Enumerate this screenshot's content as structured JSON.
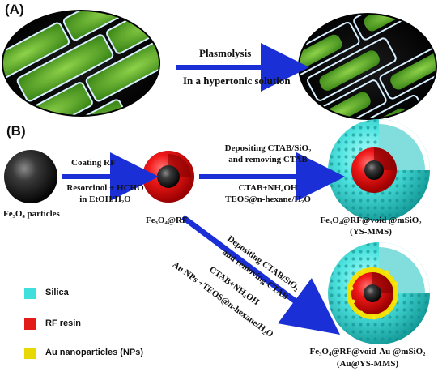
{
  "panel_a": {
    "tag": "(A)",
    "arrow_label_top": "Plasmolysis",
    "arrow_label_bottom": "In a hypertonic solution"
  },
  "panel_b": {
    "tag": "(B)",
    "step1_top": "Coating RF",
    "step1_bottom_line1": "Resorcinol + HCHO",
    "step1_bottom_line2": "in EtOH/H₂O",
    "step2_top_line1": "Depositing CTAB/SiO₂",
    "step2_top_line2": "and removing CTAB",
    "step2_bottom_line1": "CTAB+NH₄OH",
    "step2_bottom_line2": "TEOS@n-hexane/H₂O",
    "step3_top_line1": "Depositing CTAB/SiO₂",
    "step3_top_line2": "and removing CTAB",
    "step3_bottom_line1": "CTAB+NH₄OH",
    "step3_bottom_line2": "Au NPs +TEOS@n-hexane/H₂O",
    "particle1": "Fe₃O₄ particles",
    "particle2": "Fe₃O₄@RF",
    "particle3_line1": "Fe₃O₄@RF@void @mSiO₂",
    "particle3_line2": "(YS-MMS)",
    "particle4_line1": "Fe₃O₄@RF@void-Au @mSiO₂",
    "particle4_line2": "(Au@YS-MMS)"
  },
  "legend": [
    {
      "label": "Silica",
      "color": "#3fe0dc"
    },
    {
      "label": "RF resin",
      "color": "#e31b1b"
    },
    {
      "label": "Au nanoparticles  (NPs)",
      "color": "#e6d800"
    }
  ],
  "colors": {
    "arrow": "#1a2fd6",
    "cell_green": "#5fb52a",
    "silica": "#3fe0dc",
    "rf": "#e31b1b",
    "core": "#2a2a2a",
    "gold": "#f2e000"
  }
}
